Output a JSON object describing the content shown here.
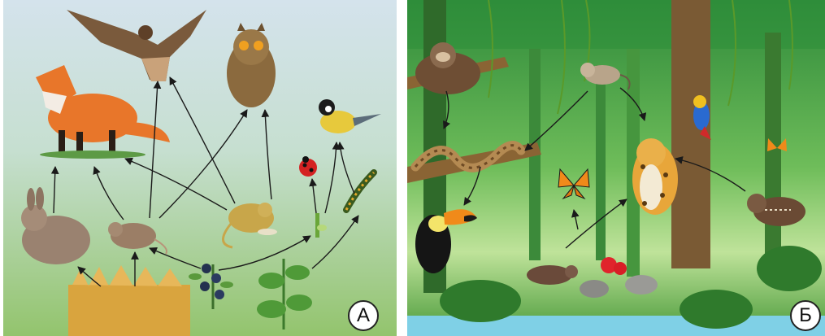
{
  "panels": {
    "a": {
      "label": "А",
      "kind": "temperate meadow food web",
      "organisms": [
        "hawk",
        "owl",
        "fox",
        "great-tit",
        "ladybug",
        "caterpillar",
        "mouse",
        "jerboa",
        "rabbit",
        "aphid",
        "wheat",
        "blueberry",
        "nettle"
      ],
      "colors": {
        "sky": "#cfe0ea",
        "meadow": "#a9cf86",
        "ground": "#8fc06a",
        "arrow": "#1a1a1a"
      }
    },
    "b": {
      "label": "Б",
      "kind": "tropical rainforest food web",
      "organisms": [
        "sloth",
        "monkey",
        "macaw",
        "snake",
        "toucan",
        "jaguar",
        "butterfly-left",
        "butterfly-right",
        "tapir",
        "agouti",
        "red-flowers",
        "fruit"
      ],
      "colors": {
        "canopy": "#2f8f3a",
        "mid": "#4aa84a",
        "light": "#bfe39a",
        "water": "#7fd0e6",
        "arrow": "#1a1a1a"
      }
    }
  }
}
